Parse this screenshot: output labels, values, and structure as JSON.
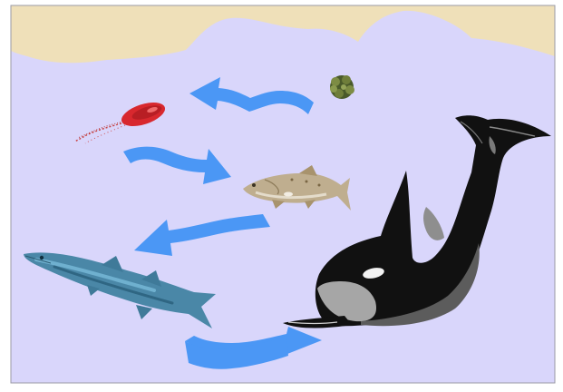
{
  "diagram": {
    "type": "marine-food-chain",
    "labels_shown": false,
    "colors": {
      "water": "#d9d6fb",
      "sand": "#efe0b9",
      "arrow": "#4b97f5",
      "frame": "#9a9aa6"
    },
    "organisms": [
      {
        "id": "phytoplankton",
        "icon": "algae-cluster-icon"
      },
      {
        "id": "zooplankton",
        "icon": "red-plankton-icon"
      },
      {
        "id": "salmon",
        "icon": "salmon-icon"
      },
      {
        "id": "barracuda",
        "icon": "barracuda-icon"
      },
      {
        "id": "orca",
        "icon": "orca-icon"
      }
    ],
    "arrows": [
      {
        "from": "phytoplankton",
        "to": "zooplankton"
      },
      {
        "from": "zooplankton",
        "to": "salmon"
      },
      {
        "from": "salmon",
        "to": "barracuda"
      },
      {
        "from": "barracuda",
        "to": "orca"
      }
    ]
  }
}
